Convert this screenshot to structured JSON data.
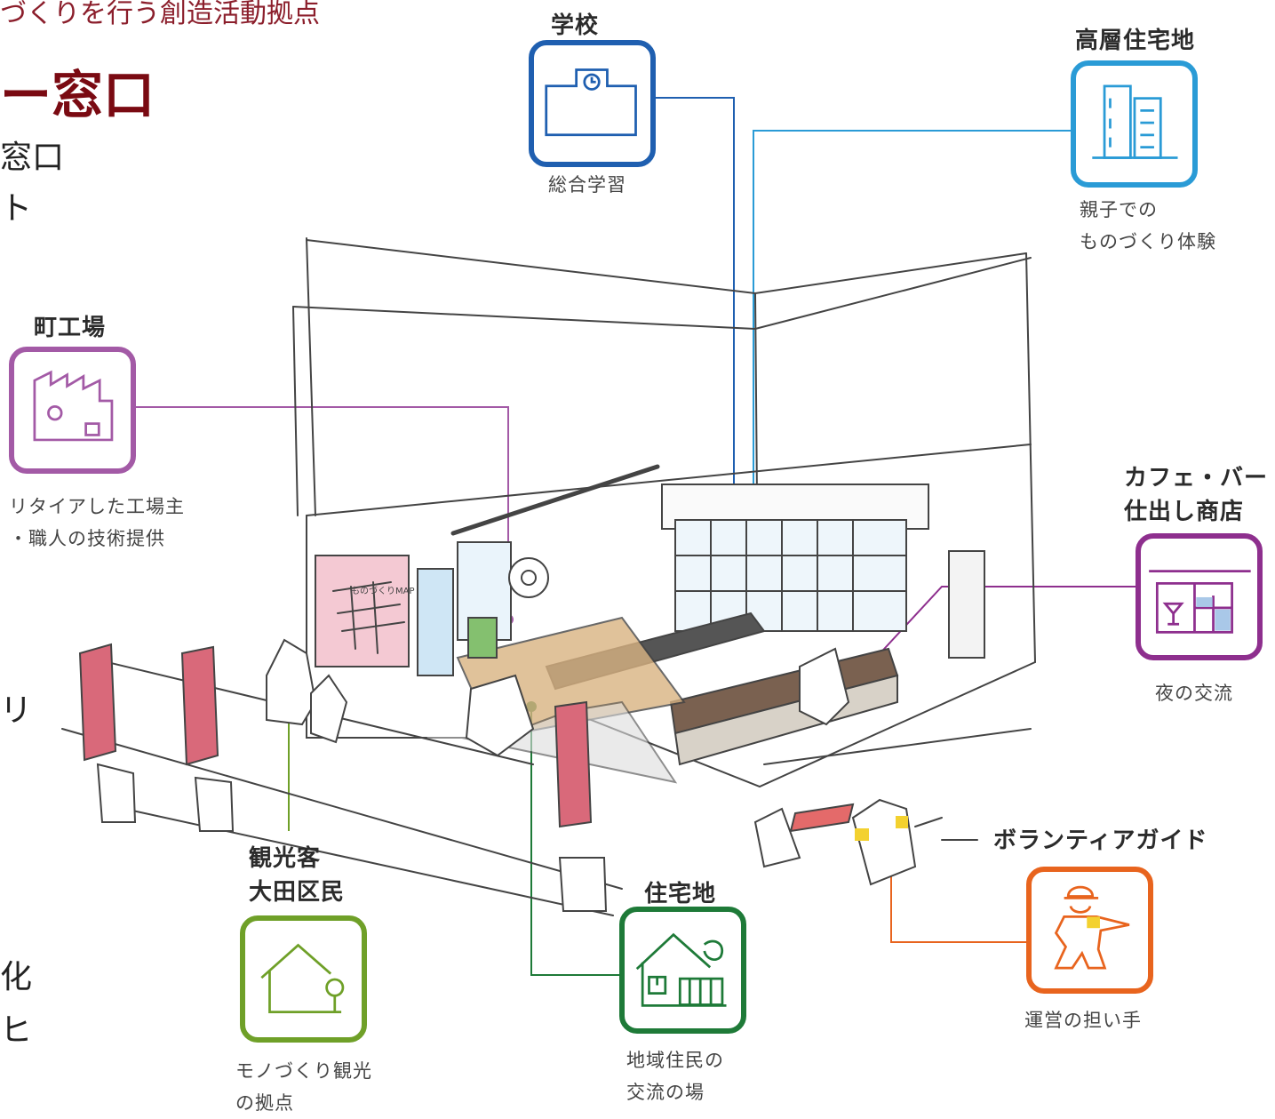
{
  "header": {
    "subtitle": "づくりを行う創造活動拠点",
    "heading": "ー窓口",
    "left_fragments": [
      "窓口",
      "ト",
      "リ",
      "化",
      "ヒ"
    ]
  },
  "nodes": {
    "school": {
      "title": "学校",
      "desc": [
        "総合学習"
      ],
      "color": "#1f5fb0"
    },
    "highrise": {
      "title": "高層住宅地",
      "desc": [
        "親子での",
        "ものづくり体験"
      ],
      "color": "#2a9bd6"
    },
    "factory": {
      "title": "町工場",
      "desc": [
        "リタイアした工場主",
        "・職人の技術提供"
      ],
      "color": "#a35aa6"
    },
    "cafe": {
      "title": [
        "カフェ・バー",
        "仕出し商店"
      ],
      "desc": [
        "夜の交流"
      ],
      "color": "#8e2f8e"
    },
    "tourist": {
      "title": [
        "観光客",
        "大田区民"
      ],
      "desc": [
        "モノづくり観光",
        "の拠点"
      ],
      "color": "#6fa028"
    },
    "residential": {
      "title": "住宅地",
      "desc": [
        "地域住民の",
        "交流の場"
      ],
      "color": "#1e7a38"
    },
    "guide": {
      "title": "ボランティアガイド",
      "desc": [
        "運営の担い手"
      ],
      "color": "#e8641e"
    }
  },
  "sketch": {
    "map_sign": "ものづくりMAP"
  }
}
